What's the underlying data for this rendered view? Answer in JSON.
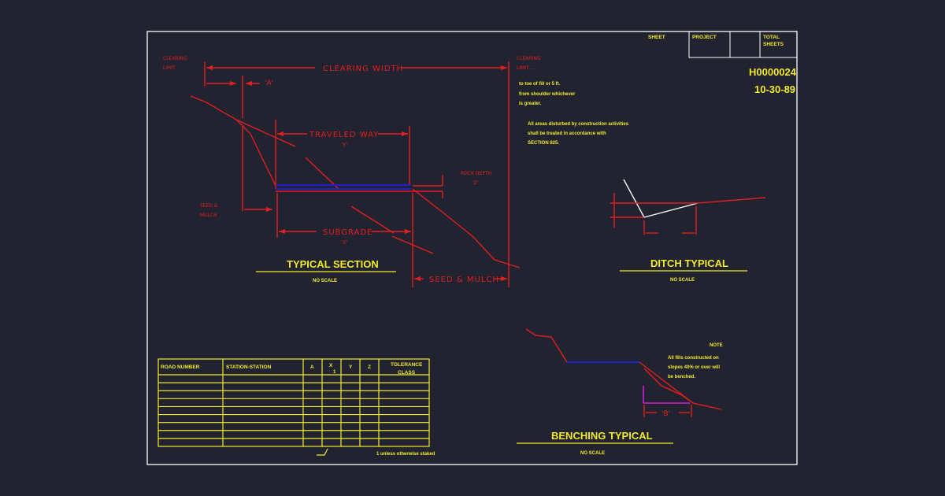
{
  "title_block": {
    "sheet": "SHEET",
    "project": "PROJECT",
    "total_sheets_1": "TOTAL",
    "total_sheets_2": "SHEETS",
    "drawing_number": "H0000024",
    "date": "10-30-89"
  },
  "typical_section": {
    "clearing_limit_left_1": "CLEARING",
    "clearing_limit_left_2": "LIMIT",
    "clearing_limit_right_1": "CLEARING",
    "clearing_limit_right_2": "LIMIT ...",
    "clearing_width": "CLEARING WIDTH",
    "dim_a": "'A'",
    "traveled_way": "TRAVELED WAY",
    "traveled_way_var": "'Y'",
    "rock_depth": "ROCK DEPTH",
    "rock_depth_var": "'Z'",
    "seed_mulch_left_1": "SEED &",
    "seed_mulch_left_2": "MULCH",
    "subgrade": "SUBGRADE",
    "subgrade_var": "'X'",
    "seed_mulch_right": "SEED & MULCH",
    "title": "TYPICAL SECTION",
    "scale": "NO SCALE"
  },
  "notes": {
    "toe_1": "to toe of fill or 5 ft.",
    "toe_2": "from shoulder whichever",
    "toe_3": "is greater.",
    "disturbed_1": "All areas disturbed by construction activities",
    "disturbed_2": "shall be treated in accordance with",
    "disturbed_3": "SECTION 825."
  },
  "ditch_typical": {
    "title": "DITCH TYPICAL",
    "scale": "NO SCALE"
  },
  "benching_typical": {
    "note_title": "NOTE",
    "note_1": "All fills constructed on",
    "note_2": "slopes 40% or over will",
    "note_3": "be benched.",
    "dim_b": "'B'",
    "title": "BENCHING TYPICAL",
    "scale": "NO SCALE"
  },
  "table": {
    "headers": [
      "ROAD NUMBER",
      "STATION-STATION",
      "A",
      "X",
      "Y",
      "Z",
      "TOLERANCE",
      "CLASS"
    ],
    "x_superscript": "1",
    "footnote": "1  unless otherwise staked",
    "row_count": 9
  },
  "colors": {
    "background": "#212330",
    "red": "#e41e1e",
    "yellow": "#f2ea2a",
    "blue": "#2222cc",
    "white": "#ffffff",
    "magenta": "#d020d0"
  }
}
